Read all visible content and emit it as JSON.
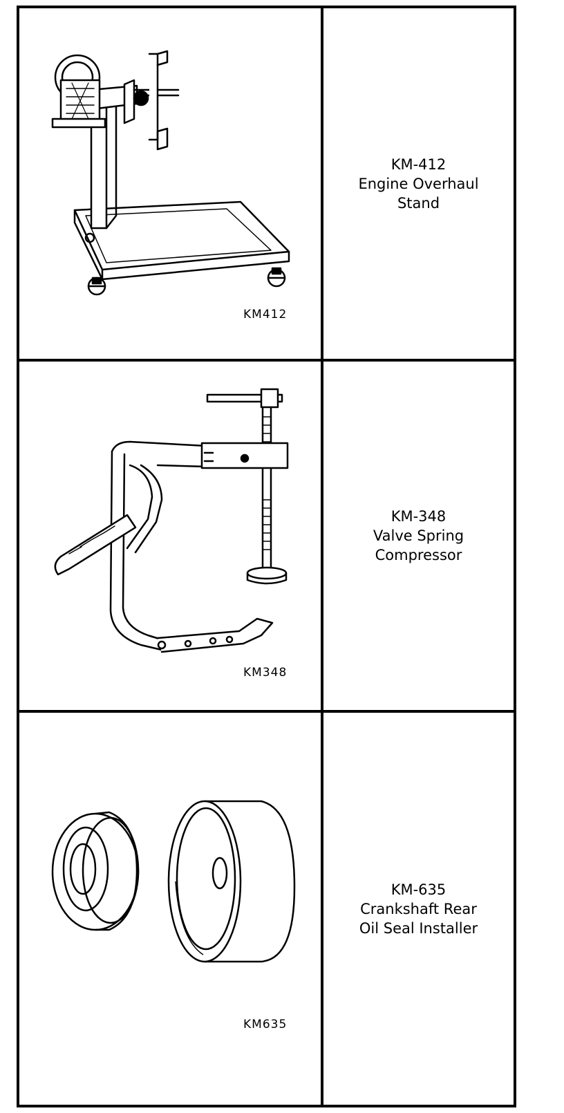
{
  "tools": [
    {
      "figure_label": "KM412",
      "lines": [
        "KM-412",
        "Engine Overhaul",
        "Stand"
      ],
      "icon": "engine-stand-icon"
    },
    {
      "figure_label": "KM348",
      "lines": [
        "KM-348",
        "Valve Spring",
        "Compressor"
      ],
      "icon": "valve-spring-compressor-icon"
    },
    {
      "figure_label": "KM635",
      "lines": [
        "KM-635",
        "Crankshaft Rear",
        "Oil Seal Installer"
      ],
      "icon": "seal-installer-icon"
    }
  ]
}
